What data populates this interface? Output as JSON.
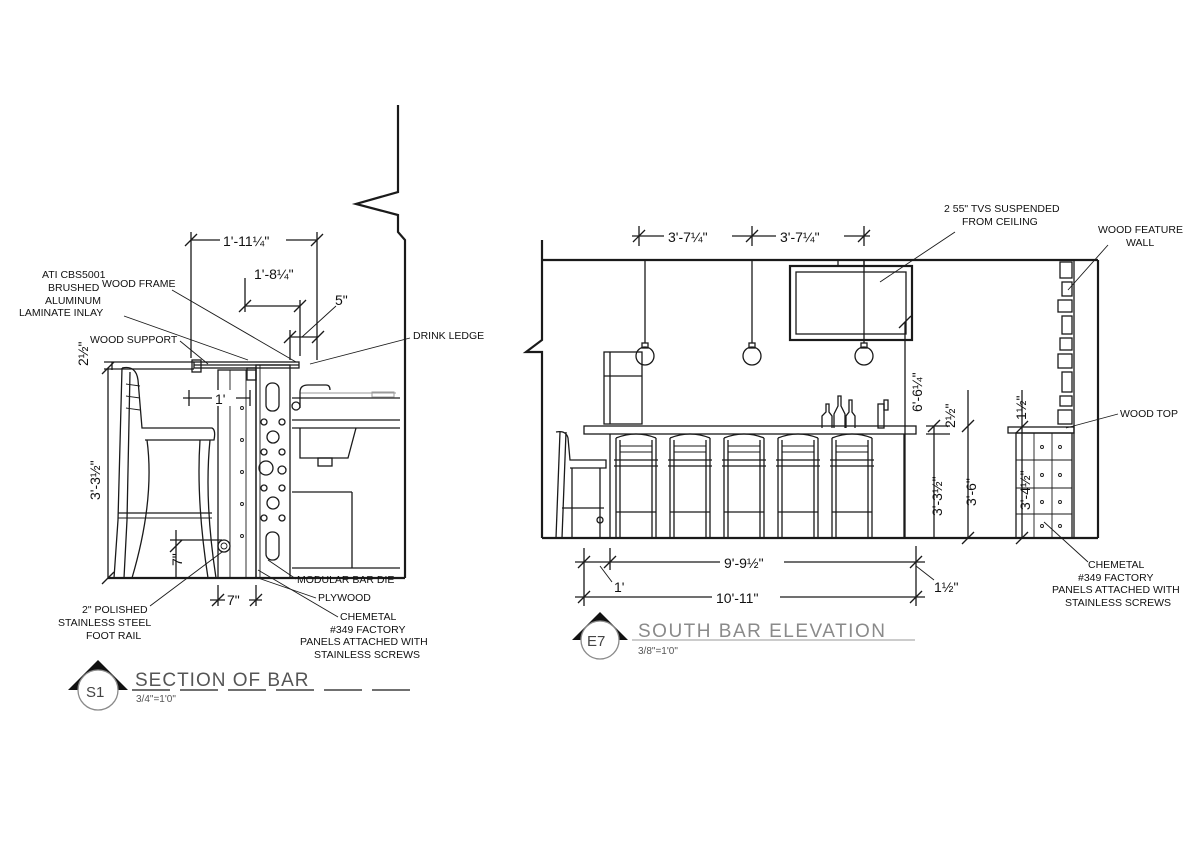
{
  "section": {
    "dims": {
      "overall_width": "1'-11¼\"",
      "top_width": "1'-8¼\"",
      "ledge": "5\"",
      "overhang": "1'",
      "top_thickness": "2½\"",
      "height": "3'-3½\"",
      "rail_height": "7\"",
      "rail_offset": "7\""
    },
    "labels": {
      "inlay_line1": "ATI CBS5001",
      "inlay_line2": "BRUSHED",
      "inlay_line3": "ALUMINUM",
      "inlay_line4": "LAMINATE  INLAY",
      "wood_frame": "WOOD FRAME",
      "wood_support": "WOOD SUPPORT",
      "drink_ledge": "DRINK LEDGE",
      "bar_die": "MODULAR BAR DIE",
      "plywood": "PLYWOOD",
      "chemetal_line1": "CHEMETAL",
      "chemetal_line2": "#349 FACTORY",
      "chemetal_line3": "PANELS ATTACHED WITH",
      "chemetal_line4": "STAINLESS SCREWS",
      "rail_line1": "2\" POLISHED",
      "rail_line2": "STAINLESS STEEL",
      "rail_line3": "FOOT RAIL"
    },
    "title": {
      "marker": "S1",
      "name": "SECTION OF BAR",
      "scale": "3/4\"=1'0\""
    }
  },
  "elevation": {
    "dims": {
      "pendant_spacing_left": "3'-7¼\"",
      "pendant_spacing_right": "3'-7¼\"",
      "ceiling_height": "6'-6¼\"",
      "bar_top_thickness": "2½\"",
      "bar_height": "3'-3½\"",
      "counter_height": "3'-6\"",
      "wood_top_thickness": "1½\"",
      "counter_body_height": "3'-4½\"",
      "bar_length": "9'-9½\"",
      "return_left": "1'",
      "return_right": "1½\"",
      "total_length": "10'-11\""
    },
    "labels": {
      "tvs_line1": "2 55\" TVS SUSPENDED",
      "tvs_line2": "FROM CEILING",
      "wall_line1": "WOOD FEATURE",
      "wall_line2": "WALL",
      "wood_top": "WOOD TOP",
      "chemetal_line1": "CHEMETAL",
      "chemetal_line2": "#349 FACTORY",
      "chemetal_line3": "PANELS ATTACHED WITH",
      "chemetal_line4": "STAINLESS SCREWS"
    },
    "title": {
      "marker": "E7",
      "name": "SOUTH BAR ELEVATION",
      "scale": "3/8\"=1'0\""
    }
  }
}
